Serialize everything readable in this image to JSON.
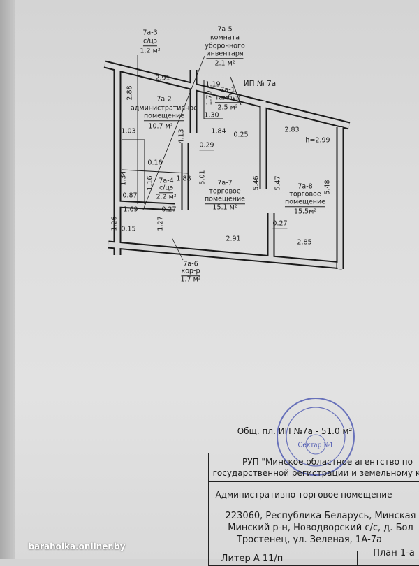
{
  "plan": {
    "rooms": [
      {
        "id": "7а-3",
        "name": "с/цэ",
        "area": "1.2 м²"
      },
      {
        "id": "7а-5",
        "name_lines": [
          "комната",
          "уборочного",
          "инвентаря"
        ],
        "area": "2.1 м²"
      },
      {
        "id": "7а-1",
        "name": "тамбур",
        "area": "2.5 м²"
      },
      {
        "id": "7а-2",
        "name_lines": [
          "административное",
          "помещение"
        ],
        "area": "10.7 м²"
      },
      {
        "id": "7а-4",
        "name": "с/цэ",
        "area": "2.2 м²"
      },
      {
        "id": "7а-7",
        "name_lines": [
          "торговое",
          "помещение"
        ],
        "area": "15.1 м²"
      },
      {
        "id": "7а-8",
        "name_lines": [
          "торговое",
          "помещение"
        ],
        "area": "15.5м²"
      },
      {
        "id": "7а-6",
        "name": "кор-р",
        "area": "1.7 м²"
      }
    ],
    "unit_label": "ИП № 7а",
    "height": "h=2.99",
    "dims": [
      "2.91",
      "1.19",
      "1.79",
      "1.30",
      "2.88",
      "1.03",
      "4.13",
      "1.84",
      "0.25",
      "2.83",
      "0.29",
      "0.16",
      "1.34",
      "1.16",
      "1.88",
      "5.01",
      "5.46",
      "5.47",
      "5.48",
      "0.87",
      "1.69",
      "0.27",
      "1.26",
      "1.27",
      "0.15",
      "2.91",
      "0.27",
      "2.85"
    ]
  },
  "total_area": "Общ. пл. ИП №7а - 51.0 м²",
  "title_block": {
    "org_line1": "РУП \"Минское областное агентство по",
    "org_line2": "государственной регистрации и земельному ка",
    "object": "Административно торговое помещение",
    "address1": "223060, Республика Беларусь, Минская",
    "address2": "Минский р-н, Новодворский с/с, д. Бол",
    "address3": "Тростенец, ул. Зеленая, 1А-7а",
    "liter": "Литер   А 11/п",
    "plan": "План 1-а"
  },
  "stamp": {
    "center_text": "Сектар №1",
    "color": "#4a55b0"
  },
  "watermark": "baraholka.onliner.by"
}
